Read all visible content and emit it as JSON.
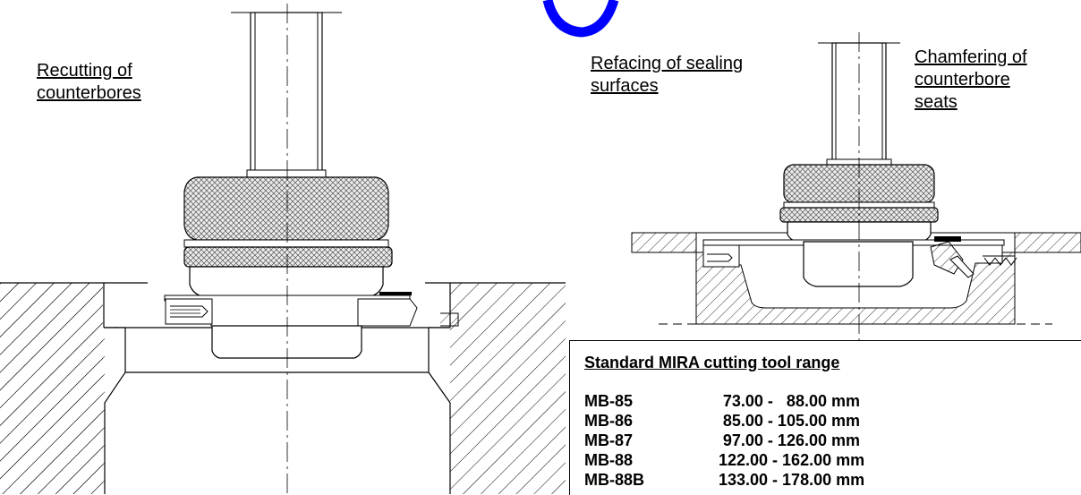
{
  "labels": {
    "recutting": [
      "Recutting of",
      "counterbores"
    ],
    "refacing": [
      "Refacing of sealing",
      "surfaces"
    ],
    "chamfering": [
      "Chamfering of",
      "counterbore",
      "seats"
    ]
  },
  "tool_range": {
    "title": "Standard MIRA cutting tool range",
    "rows": [
      {
        "model": "MB-85",
        "range": "73.00 -   88.00 mm"
      },
      {
        "model": "MB-86",
        "range": "85.00 - 105.00 mm"
      },
      {
        "model": "MB-87",
        "range": "97.00 - 126.00 mm"
      },
      {
        "model": "MB-88",
        "range": "122.00 - 162.00 mm"
      },
      {
        "model": "MB-88B",
        "range": "133.00 - 178.00 mm"
      }
    ]
  },
  "colors": {
    "line": "#000000",
    "accent": "#0000ff",
    "knurl": "#e8e8e8"
  }
}
